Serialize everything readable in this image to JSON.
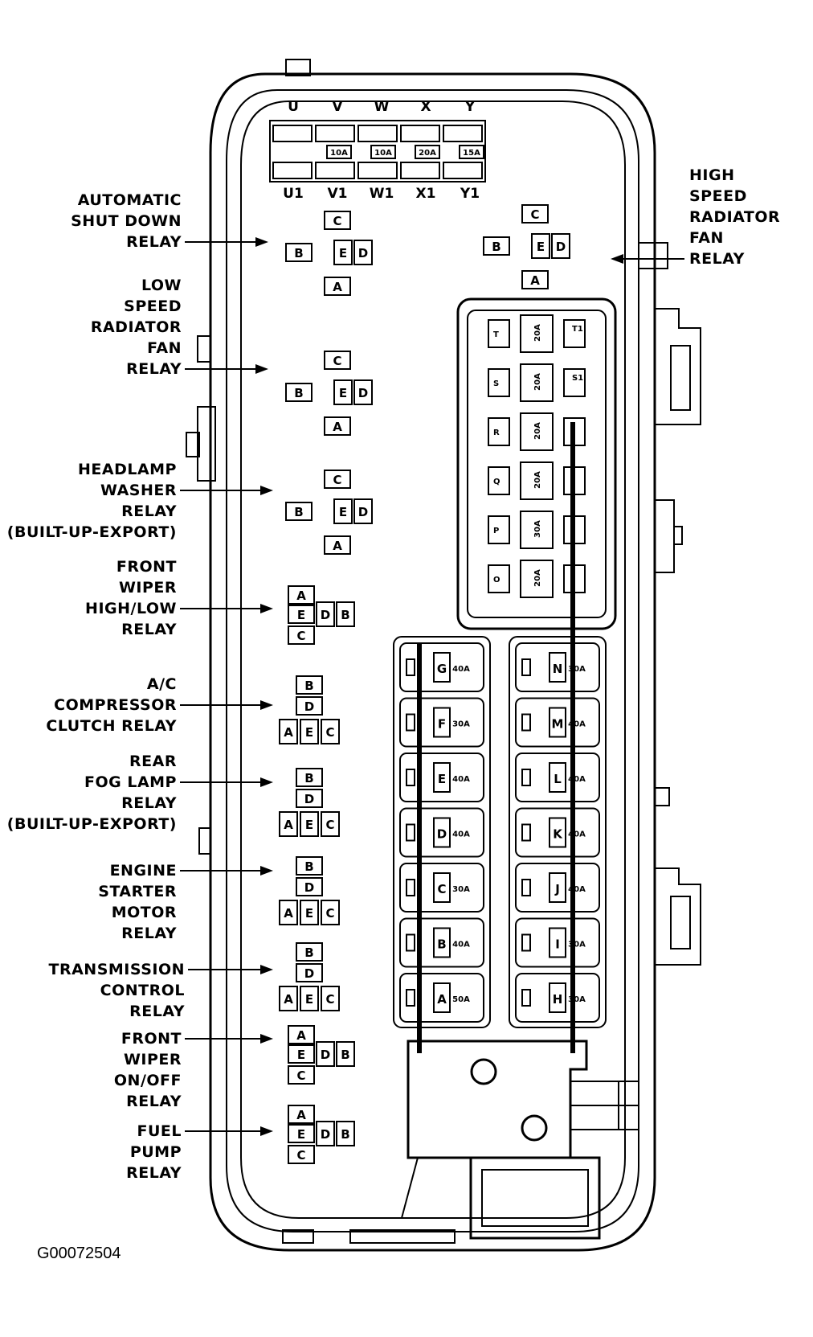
{
  "figure_code": "G00072504",
  "top_fuse_headers": [
    "U",
    "V",
    "W",
    "X",
    "Y"
  ],
  "top_fuse_bottom_headers": [
    "U1",
    "V1",
    "W1",
    "X1",
    "Y1"
  ],
  "top_fuse_ratings": [
    "10A",
    "10A",
    "20A",
    "15A"
  ],
  "mini_fuses": [
    {
      "letter": "T",
      "rating": "20A",
      "aux": "T1"
    },
    {
      "letter": "S",
      "rating": "20A",
      "aux": "S1"
    },
    {
      "letter": "R",
      "rating": "20A",
      "aux": ""
    },
    {
      "letter": "Q",
      "rating": "20A",
      "aux": ""
    },
    {
      "letter": "P",
      "rating": "30A",
      "aux": ""
    },
    {
      "letter": "O",
      "rating": "20A",
      "aux": ""
    }
  ],
  "maxi_fuses_left": [
    {
      "letter": "G",
      "rating": "40A"
    },
    {
      "letter": "F",
      "rating": "30A"
    },
    {
      "letter": "E",
      "rating": "40A"
    },
    {
      "letter": "D",
      "rating": "40A"
    },
    {
      "letter": "C",
      "rating": "30A"
    },
    {
      "letter": "B",
      "rating": "40A"
    },
    {
      "letter": "A",
      "rating": "50A"
    }
  ],
  "maxi_fuses_right": [
    {
      "letter": "N",
      "rating": "30A"
    },
    {
      "letter": "M",
      "rating": "40A"
    },
    {
      "letter": "L",
      "rating": "40A"
    },
    {
      "letter": "K",
      "rating": "40A"
    },
    {
      "letter": "J",
      "rating": "40A"
    },
    {
      "letter": "I",
      "rating": "30A"
    },
    {
      "letter": "H",
      "rating": "30A"
    }
  ],
  "pins": {
    "a": "A",
    "b": "B",
    "c": "C",
    "d": "D",
    "e": "E"
  },
  "relays": [
    {
      "lines": [
        "AUTOMATIC",
        "SHUT DOWN",
        "RELAY"
      ]
    },
    {
      "lines": [
        "LOW",
        "SPEED",
        "RADIATOR",
        "FAN",
        "RELAY"
      ]
    },
    {
      "lines": [
        "HEADLAMP",
        "WASHER",
        "RELAY",
        "(BUILT-UP-EXPORT)"
      ]
    },
    {
      "lines": [
        "FRONT",
        "WIPER",
        "HIGH/LOW",
        "RELAY"
      ]
    },
    {
      "lines": [
        "A/C",
        "COMPRESSOR",
        "CLUTCH RELAY"
      ]
    },
    {
      "lines": [
        "REAR",
        "FOG LAMP",
        "RELAY",
        "(BUILT-UP-EXPORT)"
      ]
    },
    {
      "lines": [
        "ENGINE",
        "STARTER",
        "MOTOR",
        "RELAY"
      ]
    },
    {
      "lines": [
        "TRANSMISSION",
        "CONTROL",
        "RELAY"
      ]
    },
    {
      "lines": [
        "FRONT",
        "WIPER",
        "ON/OFF",
        "RELAY"
      ]
    },
    {
      "lines": [
        "FUEL",
        "PUMP",
        "RELAY"
      ]
    },
    {
      "lines": [
        "HIGH",
        "SPEED",
        "RADIATOR",
        "FAN",
        "RELAY"
      ]
    }
  ]
}
